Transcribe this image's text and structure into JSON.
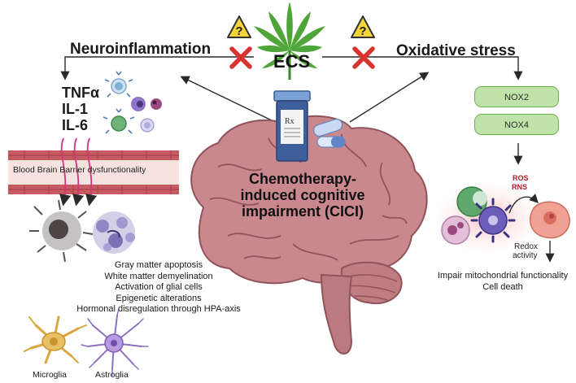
{
  "center": {
    "ecs_label": "ECS",
    "cici_line1": "Chemotherapy-",
    "cici_line2": "induced cognitive",
    "cici_line3": "impairment (CICI)",
    "pill_label": "Rx"
  },
  "left": {
    "heading": "Neuroinflammation",
    "cytokines": [
      "TNFα",
      "IL-1",
      "IL-6"
    ],
    "bbb_label": "Blood Brain Barrier dysfunctionality",
    "effects": [
      "Gray matter apoptosis",
      "White  matter demyelination",
      "Activation of glial cells",
      "Epigenetic alterations",
      "Hormonal disregulation through HPA-axis"
    ],
    "glia": [
      "Microglia",
      "Astroglia"
    ]
  },
  "right": {
    "heading": "Oxidative stress",
    "boxes": [
      "NOX2",
      "NOX4"
    ],
    "ros": "ROS",
    "rns": "RNS",
    "redox_line1": "Redox",
    "redox_line2": "activity",
    "outcome_line1": "Impair mitochondrial functionality",
    "outcome_line2": "Cell death"
  },
  "colors": {
    "accent_green": "#4f9a3a",
    "cross_red": "#d9332f",
    "warning_yellow": "#f5d33a",
    "brain_pink": "#c9888e",
    "vessel_red": "#c85a62",
    "nox_box_fill": "#bfe3a8"
  },
  "icons": [
    "warning-icon",
    "cross-icon",
    "cannabis-leaf-icon",
    "pill-bottle-icon",
    "capsule-icon",
    "brain-icon",
    "immune-cell-icon",
    "neuron-cell-icon"
  ]
}
